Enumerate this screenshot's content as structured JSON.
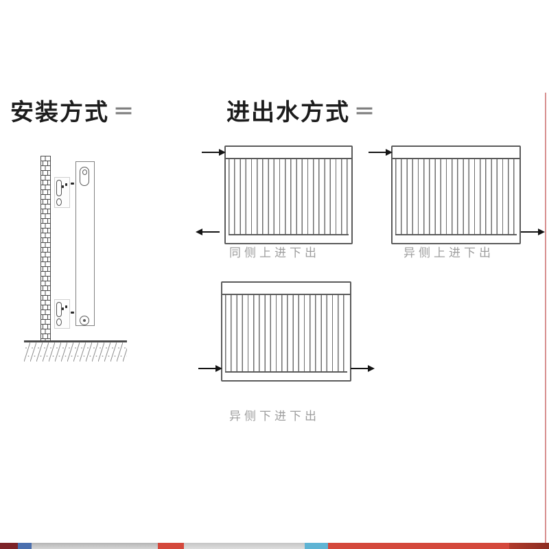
{
  "page": {
    "background": "#ffffff"
  },
  "install_section": {
    "title": "安装方式",
    "equals_symbol": "＝"
  },
  "water_section": {
    "title": "进出水方式",
    "equals_symbol": "＝"
  },
  "water_modes": [
    {
      "id": "same-side-top-in-bottom-out",
      "label": "同侧上进下出",
      "inlet": "top-left",
      "outlet": "bottom-left"
    },
    {
      "id": "opposite-side-top-in-bottom-out",
      "label": "异侧上进下出",
      "inlet": "top-left",
      "outlet": "bottom-right"
    },
    {
      "id": "opposite-side-bottom-in-bottom-out",
      "label": "异侧下进下出",
      "inlet": "bottom-left",
      "outlet": "bottom-right"
    }
  ],
  "colors": {
    "title_text": "#1c1c1c",
    "equals_symbol": "#7e7e7e",
    "caption_text": "#9d9d9d",
    "diagram_line": "#5a5a5a",
    "right_accent_line": "#d89090",
    "bottom_strip_segments": [
      "#7d2328",
      "#4b6fae",
      "#c2c2c2",
      "#d4483c",
      "#d0d0d0",
      "#5fb4d4",
      "#d4483c",
      "#8c2d22"
    ]
  }
}
